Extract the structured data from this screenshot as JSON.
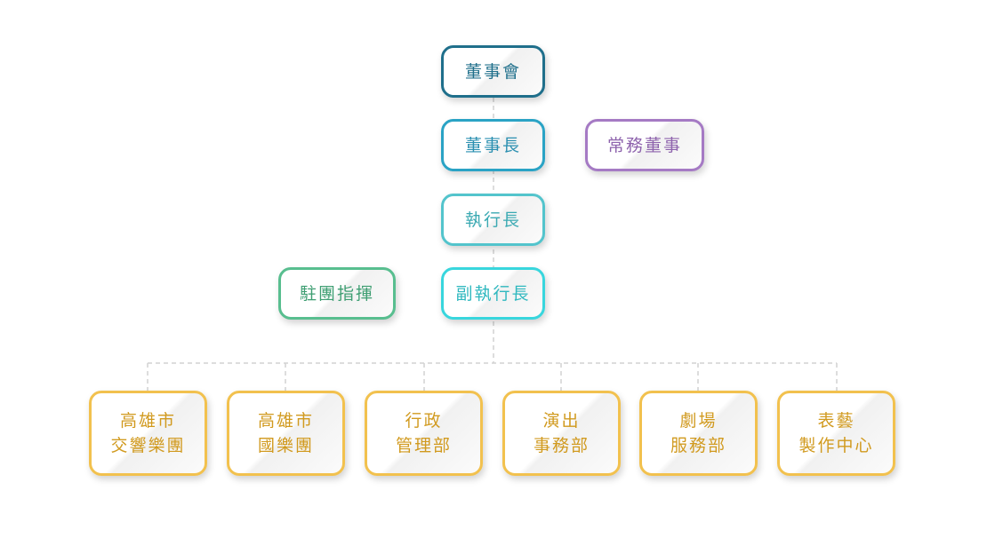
{
  "org_chart": {
    "colors": {
      "board": "#1f6f8b",
      "chairman": "#2aa3c5",
      "ceo": "#53c4cc",
      "deputy": "#38d6dd",
      "executive_director": "#a57ac4",
      "resident_conductor": "#58be8f",
      "department": "#f2c14e"
    },
    "board": {
      "label": "董事會"
    },
    "chairman": {
      "label": "董事長"
    },
    "executive_director": {
      "label": "常務董事"
    },
    "ceo": {
      "label": "執行長"
    },
    "deputy_ceo": {
      "label": "副執行長"
    },
    "resident_conductor": {
      "label": "駐團指揮"
    },
    "departments": [
      {
        "line1": "高雄市",
        "line2": "交響樂團"
      },
      {
        "line1": "高雄市",
        "line2": "國樂團"
      },
      {
        "line1": "行政",
        "line2": "管理部"
      },
      {
        "line1": "演出",
        "line2": "事務部"
      },
      {
        "line1": "劇場",
        "line2": "服務部"
      },
      {
        "line1": "表藝",
        "line2": "製作中心"
      }
    ]
  }
}
